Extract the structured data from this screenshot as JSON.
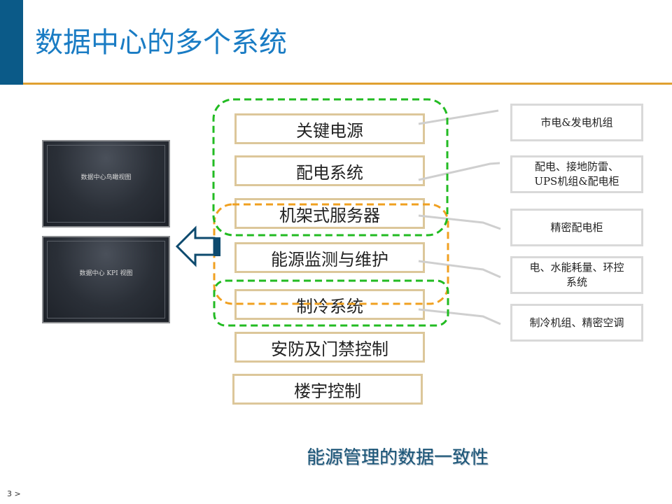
{
  "slide": {
    "title": "数据中心的多个系统",
    "page_number": "3 >",
    "accent_colors": {
      "sidebar": "#0b5a88",
      "title_text": "#1a7cc4",
      "title_rule": "#e0a030",
      "group_green": "#22bb22",
      "group_orange": "#f0a020",
      "box_border": "#dcc79a",
      "arrow": "#0d4a6e"
    }
  },
  "screens": [
    {
      "label": "数据中心鸟瞰视图"
    },
    {
      "label": "数据中心 KPI 视图"
    }
  ],
  "arrow": {
    "icon": "arrow-left-icon"
  },
  "systems": [
    {
      "label": "关键电源"
    },
    {
      "label": "配电系统"
    },
    {
      "label": "机架式服务器"
    },
    {
      "label": "能源监测与维护"
    },
    {
      "label": "制冷系统"
    },
    {
      "label": "安防及门禁控制"
    },
    {
      "label": "楼宇控制"
    }
  ],
  "details": [
    {
      "label": "市电&发电机组"
    },
    {
      "label": "配电、接地防雷、\nUPS机组&配电柜"
    },
    {
      "label": "精密配电柜"
    },
    {
      "label": "电、水能耗量、环控\n系统"
    },
    {
      "label": "制冷机组、精密空调"
    }
  ],
  "groups": [
    {
      "name": "green-group-power",
      "color": "green"
    },
    {
      "name": "orange-group-it",
      "color": "orange"
    },
    {
      "name": "green-group-cooling",
      "color": "green"
    }
  ],
  "caption": "能源管理的数据一致性"
}
